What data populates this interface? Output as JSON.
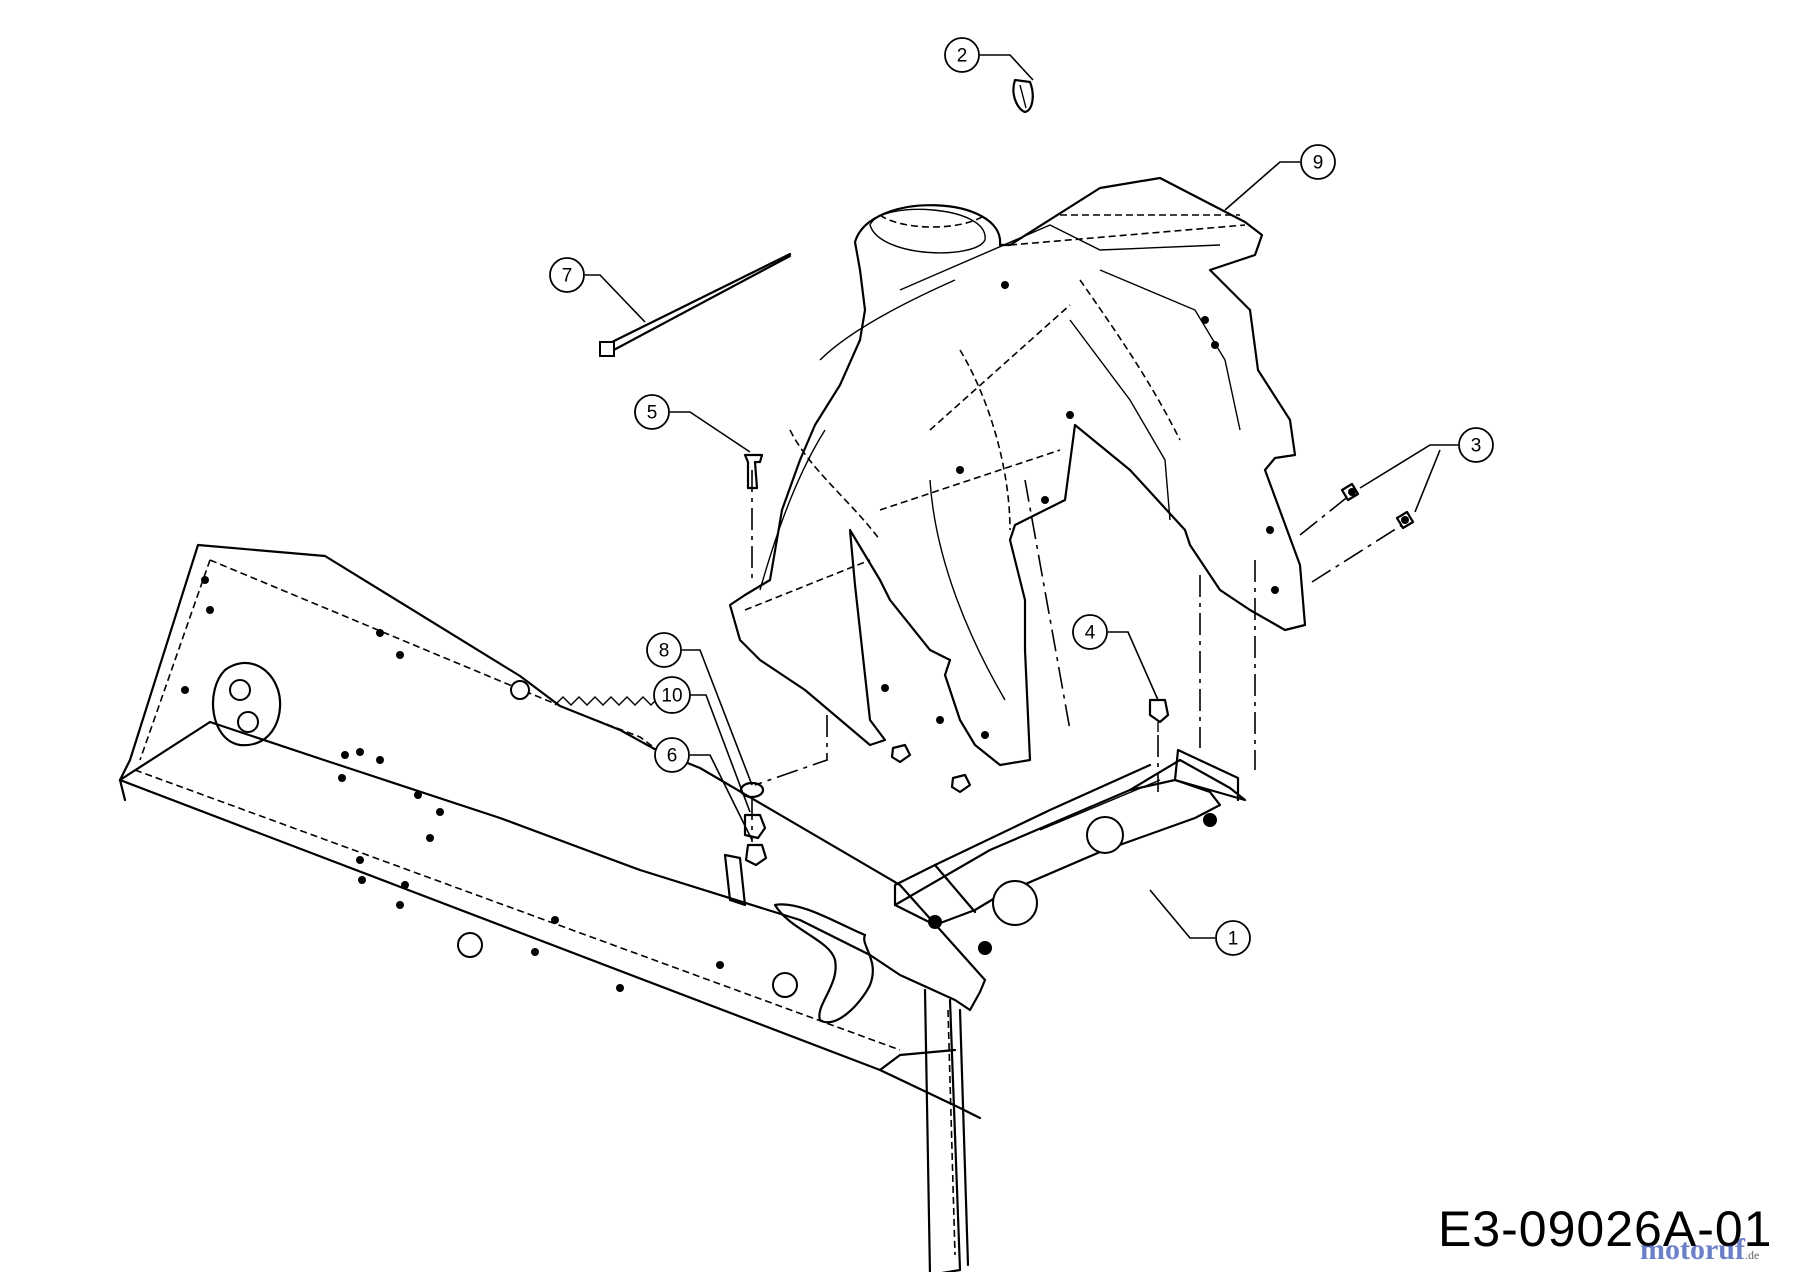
{
  "diagram": {
    "drawing_code": "E3-09026A-01",
    "watermark": "motoruf",
    "watermark_suffix": ".de",
    "callouts": [
      {
        "id": "1",
        "label": "1"
      },
      {
        "id": "2",
        "label": "2"
      },
      {
        "id": "3",
        "label": "3"
      },
      {
        "id": "4",
        "label": "4"
      },
      {
        "id": "5",
        "label": "5"
      },
      {
        "id": "6",
        "label": "6"
      },
      {
        "id": "7",
        "label": "7"
      },
      {
        "id": "8",
        "label": "8"
      },
      {
        "id": "9",
        "label": "9"
      },
      {
        "id": "10",
        "label": "10"
      }
    ],
    "line_color": "#000000",
    "watermark_color": "#3d55b8"
  }
}
